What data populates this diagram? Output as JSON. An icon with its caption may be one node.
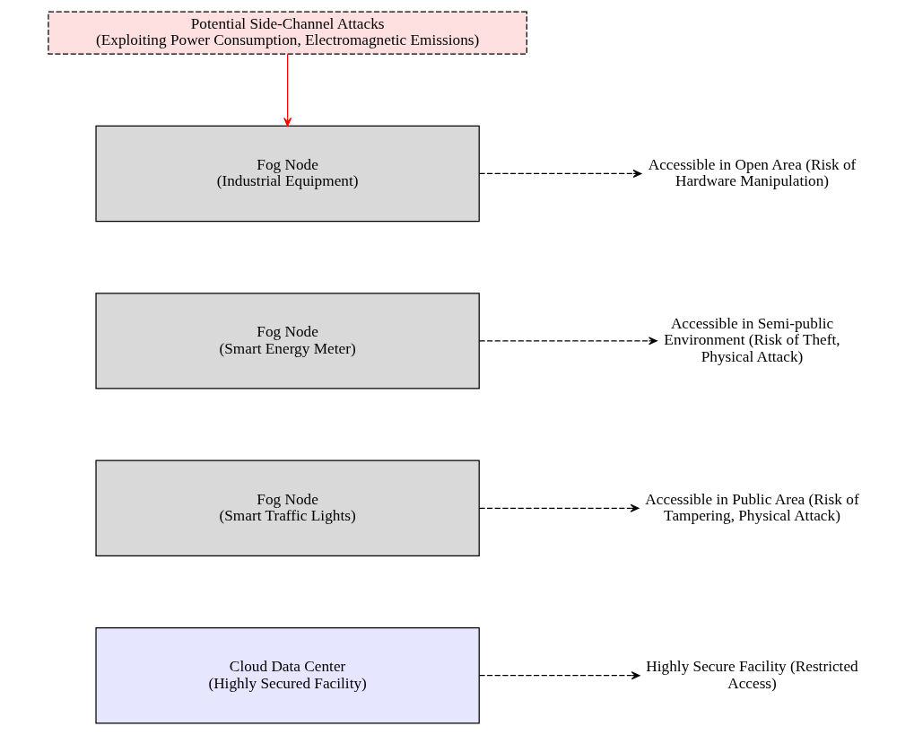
{
  "diagram": {
    "nodes": [
      {
        "text": [
          "Cloud Data Center",
          "(Highly Secured Facility)"
        ]
      },
      {
        "text": [
          "Highly Secure Facility (Restricted Access)"
        ]
      },
      {
        "text": [
          "Fog Node",
          "(Smart Traffic Lights)"
        ]
      },
      {
        "text": [
          "Accessible in Public Area (Risk of Tampering, Physical Attack)"
        ]
      },
      {
        "text": [
          "Fog Node",
          "(Smart Energy Meter)"
        ]
      },
      {
        "text": [
          "Accessible in Semi-public Environment (Risk of Theft, Physical Attack)"
        ]
      },
      {
        "text": [
          "Fog Node",
          "(Industrial Equipment)"
        ]
      },
      {
        "text": [
          "Accessible in Open Area (Risk of Hardware Manipulation)"
        ]
      },
      {
        "text": [
          "Potential Side-Channel Attacks",
          "(Exploiting Power Consumption, Electromagnetic Emissions)"
        ]
      }
    ],
    "edges": [
      {
        "from": 0,
        "to": 1,
        "arrow": "to",
        "style": "dashed"
      },
      {
        "from": 2,
        "to": 3,
        "arrow": "to",
        "style": "dashed"
      },
      {
        "from": 4,
        "to": 5,
        "arrow": "to",
        "style": "dashed"
      },
      {
        "from": 6,
        "to": 7,
        "arrow": "to",
        "style": "dashed"
      },
      {
        "from": 8,
        "to": 6,
        "arrow": "to",
        "color": "#ff0000"
      }
    ]
  }
}
